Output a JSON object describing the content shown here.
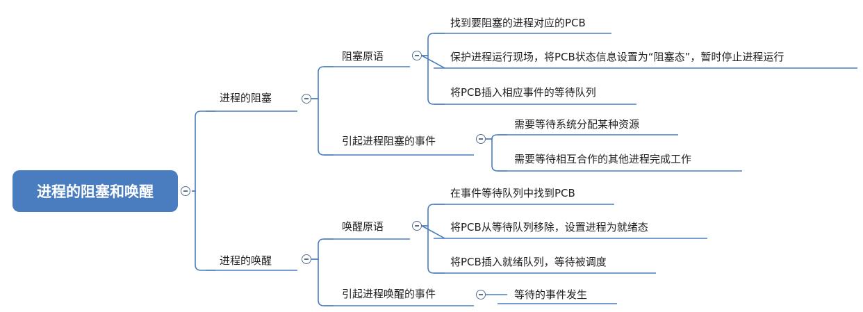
{
  "root": {
    "label": "进程的阻塞和唤醒"
  },
  "branches": [
    {
      "label": "进程的阻塞",
      "children": [
        {
          "label": "阻塞原语",
          "children": [
            "找到要阻塞的进程对应的PCB",
            "保护进程运行现场，将PCB状态信息设置为“阻塞态”，暂时停止进程运行",
            "将PCB插入相应事件的等待队列"
          ]
        },
        {
          "label": "引起进程阻塞的事件",
          "children": [
            "需要等待系统分配某种资源",
            "需要等待相互合作的其他进程完成工作"
          ]
        }
      ]
    },
    {
      "label": "进程的唤醒",
      "children": [
        {
          "label": "唤醒原语",
          "children": [
            "在事件等待队列中找到PCB",
            "将PCB从等待队列移除，设置进程为就绪态",
            "将PCB插入就绪队列，等待被调度"
          ]
        },
        {
          "label": "引起进程唤醒的事件",
          "children": [
            "等待的事件发生"
          ]
        }
      ]
    }
  ],
  "colors": {
    "root_fill": "#4a7dc0",
    "connector": "#4a7dc0",
    "underline": "#4a7dc0",
    "collapse_icon": "#5a6f8c"
  }
}
